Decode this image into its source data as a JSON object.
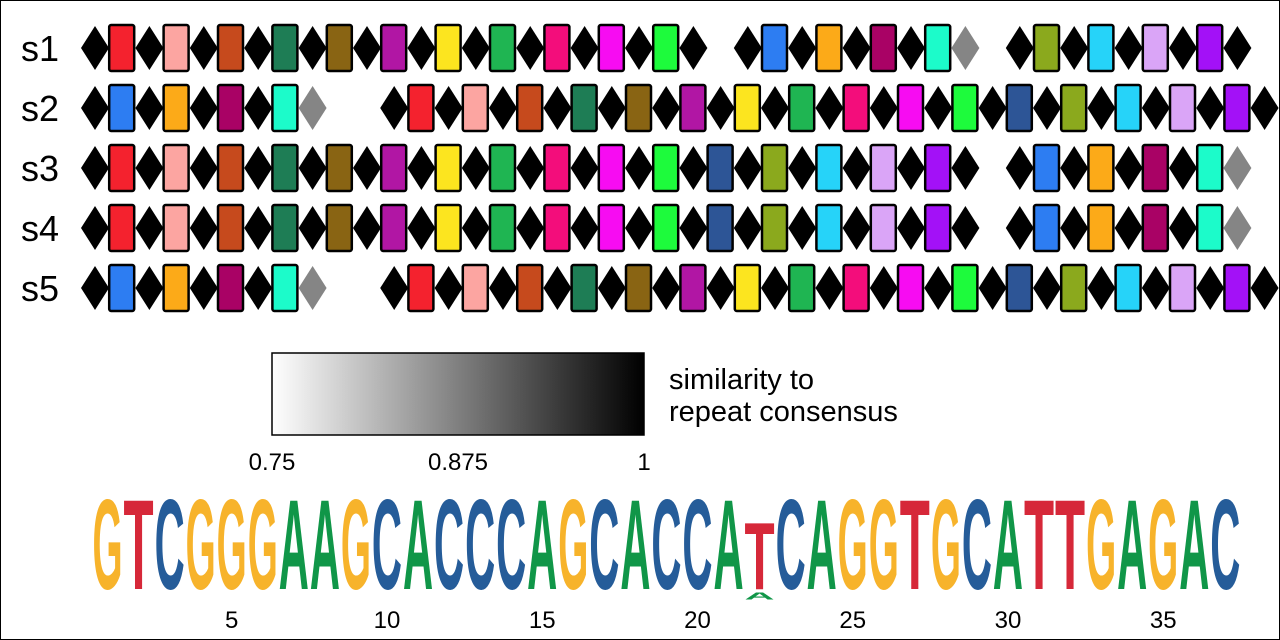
{
  "rows": [
    {
      "label": "s1",
      "items": [
        {
          "t": "S",
          "v": 1
        },
        {
          "t": "R",
          "c": "#f4222e"
        },
        {
          "t": "S",
          "v": 1
        },
        {
          "t": "R",
          "c": "#fca5a1"
        },
        {
          "t": "S",
          "v": 1
        },
        {
          "t": "R",
          "c": "#c64a1d"
        },
        {
          "t": "S",
          "v": 1
        },
        {
          "t": "R",
          "c": "#1e7d55"
        },
        {
          "t": "S",
          "v": 1
        },
        {
          "t": "R",
          "c": "#896413"
        },
        {
          "t": "S",
          "v": 1
        },
        {
          "t": "R",
          "c": "#b116a4"
        },
        {
          "t": "S",
          "v": 1
        },
        {
          "t": "R",
          "c": "#fce51f"
        },
        {
          "t": "S",
          "v": 1
        },
        {
          "t": "R",
          "c": "#1fb552"
        },
        {
          "t": "S",
          "v": 1
        },
        {
          "t": "R",
          "c": "#f30d7b"
        },
        {
          "t": "S",
          "v": 1
        },
        {
          "t": "R",
          "c": "#f70cf2"
        },
        {
          "t": "S",
          "v": 1
        },
        {
          "t": "R",
          "c": "#1dfb3c"
        },
        {
          "t": "S",
          "v": 1
        },
        {
          "t": "G"
        },
        {
          "t": "S",
          "v": 1
        },
        {
          "t": "R",
          "c": "#2d7df2"
        },
        {
          "t": "S",
          "v": 1
        },
        {
          "t": "R",
          "c": "#fcaa18"
        },
        {
          "t": "S",
          "v": 1
        },
        {
          "t": "R",
          "c": "#a90265"
        },
        {
          "t": "S",
          "v": 1
        },
        {
          "t": "R",
          "c": "#1cfbca"
        },
        {
          "t": "S",
          "v": 0.87
        },
        {
          "t": "G"
        },
        {
          "t": "S",
          "v": 1
        },
        {
          "t": "R",
          "c": "#8ba91d"
        },
        {
          "t": "S",
          "v": 1
        },
        {
          "t": "R",
          "c": "#26d3f9"
        },
        {
          "t": "S",
          "v": 1
        },
        {
          "t": "R",
          "c": "#daa5f7"
        },
        {
          "t": "S",
          "v": 1
        },
        {
          "t": "R",
          "c": "#a311f7"
        },
        {
          "t": "S",
          "v": 1
        }
      ]
    },
    {
      "label": "s2",
      "items": [
        {
          "t": "S",
          "v": 1
        },
        {
          "t": "R",
          "c": "#2d7df2"
        },
        {
          "t": "S",
          "v": 1
        },
        {
          "t": "R",
          "c": "#fcaa18"
        },
        {
          "t": "S",
          "v": 1
        },
        {
          "t": "R",
          "c": "#a90265"
        },
        {
          "t": "S",
          "v": 1
        },
        {
          "t": "R",
          "c": "#1cfbca"
        },
        {
          "t": "S",
          "v": 0.87
        },
        {
          "t": "G"
        },
        {
          "t": "G"
        },
        {
          "t": "S",
          "v": 1
        },
        {
          "t": "R",
          "c": "#f4222e"
        },
        {
          "t": "S",
          "v": 1
        },
        {
          "t": "R",
          "c": "#fca5a1"
        },
        {
          "t": "S",
          "v": 1
        },
        {
          "t": "R",
          "c": "#c64a1d"
        },
        {
          "t": "S",
          "v": 1
        },
        {
          "t": "R",
          "c": "#1e7d55"
        },
        {
          "t": "S",
          "v": 1
        },
        {
          "t": "R",
          "c": "#896413"
        },
        {
          "t": "S",
          "v": 1
        },
        {
          "t": "R",
          "c": "#b116a4"
        },
        {
          "t": "S",
          "v": 1
        },
        {
          "t": "R",
          "c": "#fce51f"
        },
        {
          "t": "S",
          "v": 1
        },
        {
          "t": "R",
          "c": "#1fb552"
        },
        {
          "t": "S",
          "v": 1
        },
        {
          "t": "R",
          "c": "#f30d7b"
        },
        {
          "t": "S",
          "v": 1
        },
        {
          "t": "R",
          "c": "#f70cf2"
        },
        {
          "t": "S",
          "v": 1
        },
        {
          "t": "R",
          "c": "#1dfb3c"
        },
        {
          "t": "S",
          "v": 1
        },
        {
          "t": "R",
          "c": "#2d5596"
        },
        {
          "t": "S",
          "v": 1
        },
        {
          "t": "R",
          "c": "#8ba91d"
        },
        {
          "t": "S",
          "v": 1
        },
        {
          "t": "R",
          "c": "#26d3f9"
        },
        {
          "t": "S",
          "v": 1
        },
        {
          "t": "R",
          "c": "#daa5f7"
        },
        {
          "t": "S",
          "v": 1
        },
        {
          "t": "R",
          "c": "#a311f7"
        },
        {
          "t": "S",
          "v": 1
        }
      ]
    },
    {
      "label": "s3",
      "items": [
        {
          "t": "S",
          "v": 1
        },
        {
          "t": "R",
          "c": "#f4222e"
        },
        {
          "t": "S",
          "v": 1
        },
        {
          "t": "R",
          "c": "#fca5a1"
        },
        {
          "t": "S",
          "v": 1
        },
        {
          "t": "R",
          "c": "#c64a1d"
        },
        {
          "t": "S",
          "v": 1
        },
        {
          "t": "R",
          "c": "#1e7d55"
        },
        {
          "t": "S",
          "v": 1
        },
        {
          "t": "R",
          "c": "#896413"
        },
        {
          "t": "S",
          "v": 1
        },
        {
          "t": "R",
          "c": "#b116a4"
        },
        {
          "t": "S",
          "v": 1
        },
        {
          "t": "R",
          "c": "#fce51f"
        },
        {
          "t": "S",
          "v": 1
        },
        {
          "t": "R",
          "c": "#1fb552"
        },
        {
          "t": "S",
          "v": 1
        },
        {
          "t": "R",
          "c": "#f30d7b"
        },
        {
          "t": "S",
          "v": 1
        },
        {
          "t": "R",
          "c": "#f70cf2"
        },
        {
          "t": "S",
          "v": 1
        },
        {
          "t": "R",
          "c": "#1dfb3c"
        },
        {
          "t": "S",
          "v": 1
        },
        {
          "t": "R",
          "c": "#2d5596"
        },
        {
          "t": "S",
          "v": 1
        },
        {
          "t": "R",
          "c": "#8ba91d"
        },
        {
          "t": "S",
          "v": 1
        },
        {
          "t": "R",
          "c": "#26d3f9"
        },
        {
          "t": "S",
          "v": 1
        },
        {
          "t": "R",
          "c": "#daa5f7"
        },
        {
          "t": "S",
          "v": 1
        },
        {
          "t": "R",
          "c": "#a311f7"
        },
        {
          "t": "S",
          "v": 1
        },
        {
          "t": "G"
        },
        {
          "t": "S",
          "v": 1
        },
        {
          "t": "R",
          "c": "#2d7df2"
        },
        {
          "t": "S",
          "v": 1
        },
        {
          "t": "R",
          "c": "#fcaa18"
        },
        {
          "t": "S",
          "v": 1
        },
        {
          "t": "R",
          "c": "#a90265"
        },
        {
          "t": "S",
          "v": 1
        },
        {
          "t": "R",
          "c": "#1cfbca"
        },
        {
          "t": "S",
          "v": 0.87
        }
      ]
    },
    {
      "label": "s4",
      "items": [
        {
          "t": "S",
          "v": 1
        },
        {
          "t": "R",
          "c": "#f4222e"
        },
        {
          "t": "S",
          "v": 1
        },
        {
          "t": "R",
          "c": "#fca5a1"
        },
        {
          "t": "S",
          "v": 1
        },
        {
          "t": "R",
          "c": "#c64a1d"
        },
        {
          "t": "S",
          "v": 1
        },
        {
          "t": "R",
          "c": "#1e7d55"
        },
        {
          "t": "S",
          "v": 1
        },
        {
          "t": "R",
          "c": "#896413"
        },
        {
          "t": "S",
          "v": 1
        },
        {
          "t": "R",
          "c": "#b116a4"
        },
        {
          "t": "S",
          "v": 1
        },
        {
          "t": "R",
          "c": "#fce51f"
        },
        {
          "t": "S",
          "v": 1
        },
        {
          "t": "R",
          "c": "#1fb552"
        },
        {
          "t": "S",
          "v": 1
        },
        {
          "t": "R",
          "c": "#f30d7b"
        },
        {
          "t": "S",
          "v": 1
        },
        {
          "t": "R",
          "c": "#f70cf2"
        },
        {
          "t": "S",
          "v": 1
        },
        {
          "t": "R",
          "c": "#1dfb3c"
        },
        {
          "t": "S",
          "v": 1
        },
        {
          "t": "R",
          "c": "#2d5596"
        },
        {
          "t": "S",
          "v": 1
        },
        {
          "t": "R",
          "c": "#8ba91d"
        },
        {
          "t": "S",
          "v": 1
        },
        {
          "t": "R",
          "c": "#26d3f9"
        },
        {
          "t": "S",
          "v": 1
        },
        {
          "t": "R",
          "c": "#daa5f7"
        },
        {
          "t": "S",
          "v": 1
        },
        {
          "t": "R",
          "c": "#a311f7"
        },
        {
          "t": "S",
          "v": 1
        },
        {
          "t": "G"
        },
        {
          "t": "S",
          "v": 1
        },
        {
          "t": "R",
          "c": "#2d7df2"
        },
        {
          "t": "S",
          "v": 1
        },
        {
          "t": "R",
          "c": "#fcaa18"
        },
        {
          "t": "S",
          "v": 1
        },
        {
          "t": "R",
          "c": "#a90265"
        },
        {
          "t": "S",
          "v": 1
        },
        {
          "t": "R",
          "c": "#1cfbca"
        },
        {
          "t": "S",
          "v": 0.87
        }
      ]
    },
    {
      "label": "s5",
      "items": [
        {
          "t": "S",
          "v": 1
        },
        {
          "t": "R",
          "c": "#2d7df2"
        },
        {
          "t": "S",
          "v": 1
        },
        {
          "t": "R",
          "c": "#fcaa18"
        },
        {
          "t": "S",
          "v": 1
        },
        {
          "t": "R",
          "c": "#a90265"
        },
        {
          "t": "S",
          "v": 1
        },
        {
          "t": "R",
          "c": "#1cfbca"
        },
        {
          "t": "S",
          "v": 0.87
        },
        {
          "t": "G"
        },
        {
          "t": "G"
        },
        {
          "t": "S",
          "v": 1
        },
        {
          "t": "R",
          "c": "#f4222e"
        },
        {
          "t": "S",
          "v": 1
        },
        {
          "t": "R",
          "c": "#fca5a1"
        },
        {
          "t": "S",
          "v": 1
        },
        {
          "t": "R",
          "c": "#c64a1d"
        },
        {
          "t": "S",
          "v": 1
        },
        {
          "t": "R",
          "c": "#1e7d55"
        },
        {
          "t": "S",
          "v": 1
        },
        {
          "t": "R",
          "c": "#896413"
        },
        {
          "t": "S",
          "v": 1
        },
        {
          "t": "R",
          "c": "#b116a4"
        },
        {
          "t": "S",
          "v": 1
        },
        {
          "t": "R",
          "c": "#fce51f"
        },
        {
          "t": "S",
          "v": 1
        },
        {
          "t": "R",
          "c": "#1fb552"
        },
        {
          "t": "S",
          "v": 1
        },
        {
          "t": "R",
          "c": "#f30d7b"
        },
        {
          "t": "S",
          "v": 1
        },
        {
          "t": "R",
          "c": "#f70cf2"
        },
        {
          "t": "S",
          "v": 1
        },
        {
          "t": "R",
          "c": "#1dfb3c"
        },
        {
          "t": "S",
          "v": 1
        },
        {
          "t": "R",
          "c": "#2d5596"
        },
        {
          "t": "S",
          "v": 1
        },
        {
          "t": "R",
          "c": "#8ba91d"
        },
        {
          "t": "S",
          "v": 1
        },
        {
          "t": "R",
          "c": "#26d3f9"
        },
        {
          "t": "S",
          "v": 1
        },
        {
          "t": "R",
          "c": "#daa5f7"
        },
        {
          "t": "S",
          "v": 1
        },
        {
          "t": "R",
          "c": "#a311f7"
        },
        {
          "t": "S",
          "v": 1
        }
      ]
    }
  ],
  "legend": {
    "title_line1": "similarity to",
    "title_line2": "repeat consensus",
    "min": 0.75,
    "max": 1,
    "tick_labels": [
      "0.75",
      "0.875",
      "1"
    ],
    "tick_values": [
      0.75,
      0.875,
      1
    ]
  },
  "logo": {
    "sequence": [
      "G",
      "T",
      "C",
      "G",
      "G",
      "G",
      "A",
      "A",
      "G",
      "C",
      "A",
      "C",
      "C",
      "C",
      "A",
      "G",
      "C",
      "A",
      "C",
      "C",
      "A",
      "T",
      "C",
      "A",
      "G",
      "G",
      "T",
      "G",
      "C",
      "A",
      "T",
      "T",
      "G",
      "A",
      "G",
      "A",
      "C"
    ],
    "heights": [
      1,
      1,
      1,
      1,
      1,
      1,
      1,
      1,
      1,
      1,
      1,
      1,
      1,
      1,
      1,
      1,
      1,
      1,
      1,
      1,
      1,
      0.75,
      1,
      1,
      1,
      1,
      1,
      1,
      1,
      1,
      1,
      1,
      1,
      1,
      1,
      1,
      1
    ],
    "minor": {
      "21": [
        "A",
        0.08
      ]
    },
    "colors": {
      "A": "#109648",
      "C": "#255c99",
      "G": "#f7b32b",
      "T": "#d62839"
    },
    "position_labels": [
      "5",
      "10",
      "15",
      "20",
      "25",
      "30",
      "35"
    ],
    "position_values": [
      5,
      10,
      15,
      20,
      25,
      30,
      35
    ]
  }
}
